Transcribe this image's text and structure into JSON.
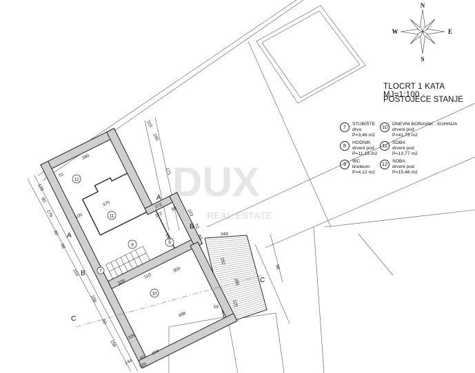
{
  "title": "TLOCRT  1 KATA    MJ=1:100",
  "subtitle": "POSTOJEĆE  STANJE",
  "compass": {
    "n": "N",
    "s": "S",
    "e": "E",
    "w": "W"
  },
  "watermark": {
    "brand": "DUX",
    "tagline": "REAL ESTATE"
  },
  "rooms": [
    {
      "number": "7",
      "name": "STUBIŠTE",
      "floor": "drvo",
      "area": "P=3,46 m2"
    },
    {
      "number": "8",
      "name": "HODNIK",
      "floor": "drveni pod",
      "area": "P=11,15 m2"
    },
    {
      "number": "9",
      "name": "WC",
      "floor": "linoleum",
      "area": "P=4,12 m2"
    },
    {
      "number": "10",
      "name": "DNEVNI BORAVAK , KUHINJA",
      "floor": "drveni pod",
      "area": "P=41,73 m2"
    },
    {
      "number": "11",
      "name": "SOBA",
      "floor": "drveni pod",
      "area": "P=13,77 m2"
    },
    {
      "number": "12",
      "name": "SOBA",
      "floor": "drveni pod",
      "area": "P=15,46 m2"
    }
  ],
  "sections": {
    "a": "A",
    "b": "B",
    "c": "C"
  },
  "dimensions": [
    "380",
    "70",
    "370",
    "100",
    "272",
    "172",
    "50",
    "349",
    "328",
    "110",
    "359",
    "498",
    "326",
    "144",
    "80",
    "104",
    "329",
    "128",
    "80",
    "179",
    "80",
    "88",
    "153",
    "156",
    "50",
    "158",
    "110",
    "190",
    "171",
    "103",
    "70",
    "60",
    "100",
    "292",
    "125",
    "205",
    "55",
    "96"
  ]
}
